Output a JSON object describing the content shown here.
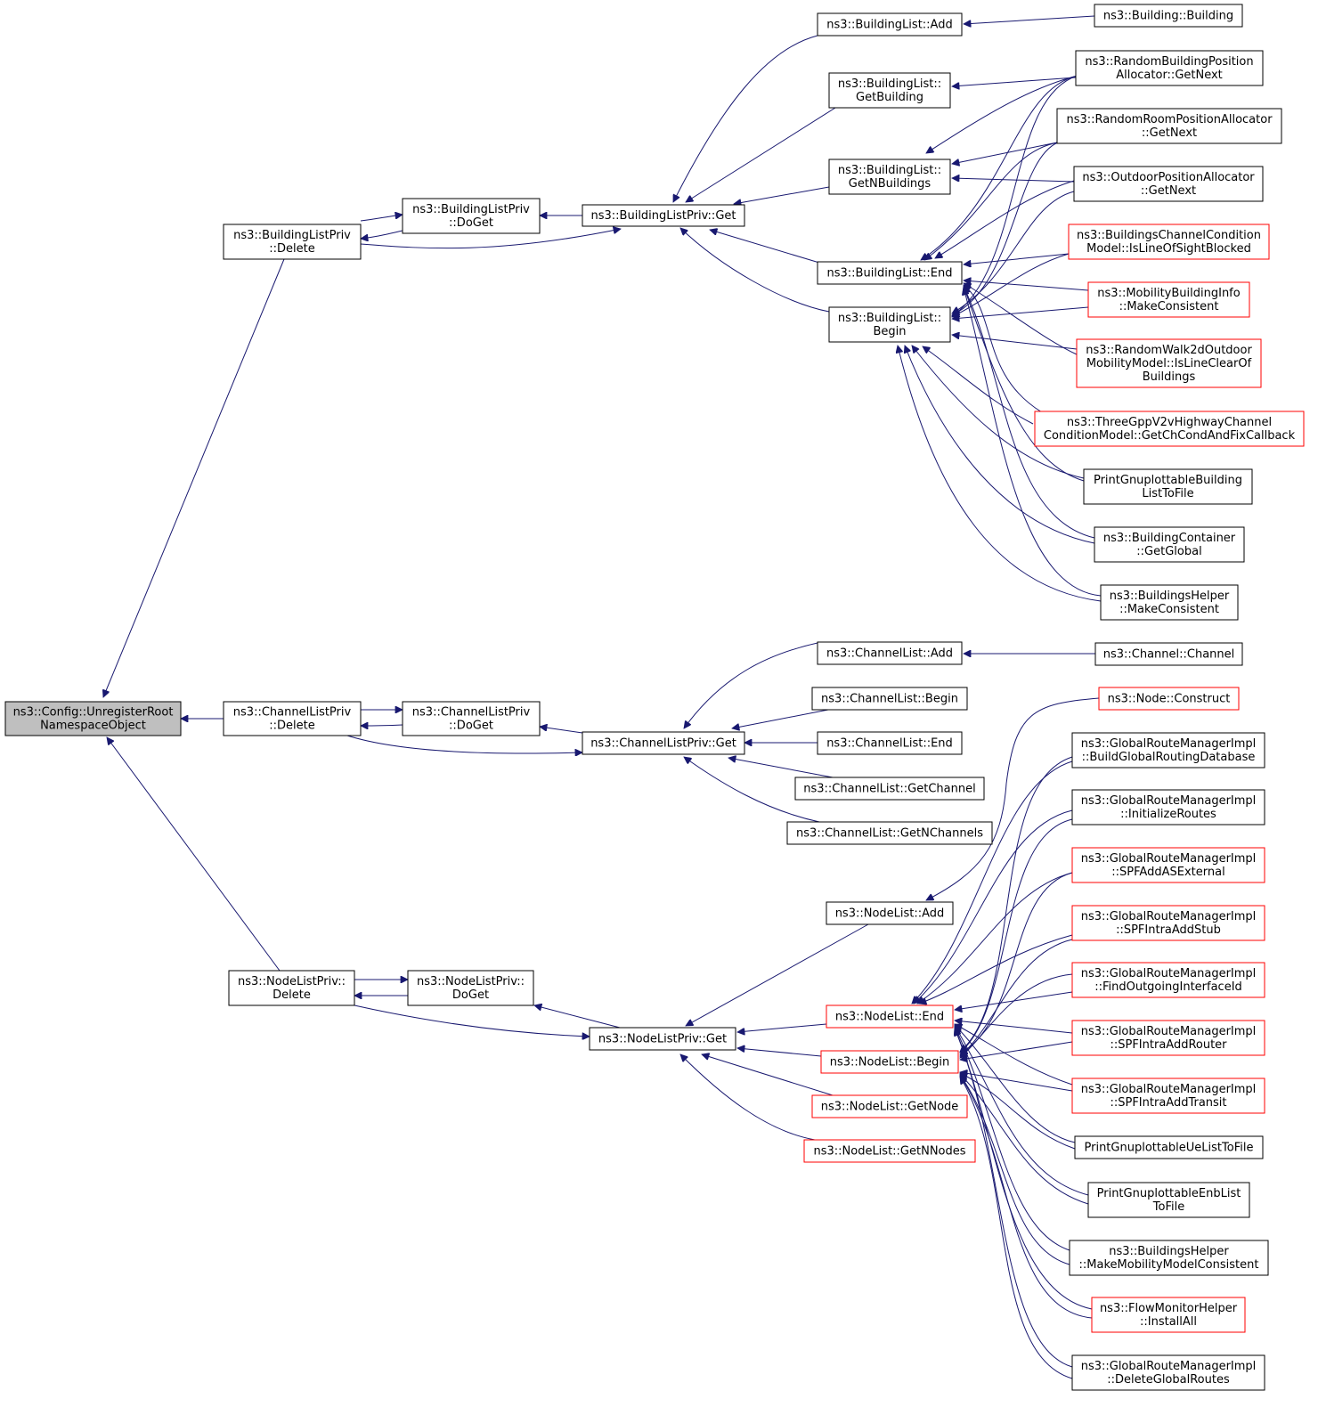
{
  "colors": {
    "edge": "#191970",
    "border_normal": "#000000",
    "border_truncated": "#ff0000",
    "root_fill": "#bfbfbf",
    "fill": "#ffffff"
  },
  "nodes": [
    {
      "id": "root",
      "lines": [
        "ns3::Config::UnregisterRoot",
        "NamespaceObject"
      ],
      "style": "root"
    },
    {
      "id": "blp_delete",
      "lines": [
        "ns3::BuildingListPriv",
        "::Delete"
      ],
      "style": "normal"
    },
    {
      "id": "blp_doget",
      "lines": [
        "ns3::BuildingListPriv",
        "::DoGet"
      ],
      "style": "normal"
    },
    {
      "id": "blp_get",
      "lines": [
        "ns3::BuildingListPriv::Get"
      ],
      "style": "normal"
    },
    {
      "id": "bl_add",
      "lines": [
        "ns3::BuildingList::Add"
      ],
      "style": "normal"
    },
    {
      "id": "bl_getbuilding",
      "lines": [
        "ns3::BuildingList::",
        "GetBuilding"
      ],
      "style": "normal"
    },
    {
      "id": "bl_getn",
      "lines": [
        "ns3::BuildingList::",
        "GetNBuildings"
      ],
      "style": "normal"
    },
    {
      "id": "bl_end",
      "lines": [
        "ns3::BuildingList::End"
      ],
      "style": "normal"
    },
    {
      "id": "bl_begin",
      "lines": [
        "ns3::BuildingList::",
        "Begin"
      ],
      "style": "normal"
    },
    {
      "id": "building_ctor",
      "lines": [
        "ns3::Building::Building"
      ],
      "style": "normal"
    },
    {
      "id": "rbpa",
      "lines": [
        "ns3::RandomBuildingPosition",
        "Allocator::GetNext"
      ],
      "style": "normal"
    },
    {
      "id": "rrpa",
      "lines": [
        "ns3::RandomRoomPositionAllocator",
        "::GetNext"
      ],
      "style": "normal"
    },
    {
      "id": "opa",
      "lines": [
        "ns3::OutdoorPositionAllocator",
        "::GetNext"
      ],
      "style": "normal"
    },
    {
      "id": "bccm",
      "lines": [
        "ns3::BuildingsChannelCondition",
        "Model::IsLineOfSightBlocked"
      ],
      "style": "truncated"
    },
    {
      "id": "mbi",
      "lines": [
        "ns3::MobilityBuildingInfo",
        "::MakeConsistent"
      ],
      "style": "truncated"
    },
    {
      "id": "rw2d",
      "lines": [
        "ns3::RandomWalk2dOutdoor",
        "MobilityModel::IsLineClearOf",
        "Buildings"
      ],
      "style": "truncated"
    },
    {
      "id": "tgpp",
      "lines": [
        "ns3::ThreeGppV2vHighwayChannel",
        "ConditionModel::GetChCondAndFixCallback"
      ],
      "style": "truncated"
    },
    {
      "id": "pgbl",
      "lines": [
        "PrintGnuplottableBuilding",
        "ListToFile"
      ],
      "style": "normal"
    },
    {
      "id": "bc_global",
      "lines": [
        "ns3::BuildingContainer",
        "::GetGlobal"
      ],
      "style": "normal"
    },
    {
      "id": "bh_mc",
      "lines": [
        "ns3::BuildingsHelper",
        "::MakeConsistent"
      ],
      "style": "normal"
    },
    {
      "id": "clp_delete",
      "lines": [
        "ns3::ChannelListPriv",
        "::Delete"
      ],
      "style": "normal"
    },
    {
      "id": "clp_doget",
      "lines": [
        "ns3::ChannelListPriv",
        "::DoGet"
      ],
      "style": "normal"
    },
    {
      "id": "clp_get",
      "lines": [
        "ns3::ChannelListPriv::Get"
      ],
      "style": "normal"
    },
    {
      "id": "cl_add",
      "lines": [
        "ns3::ChannelList::Add"
      ],
      "style": "normal"
    },
    {
      "id": "cl_begin",
      "lines": [
        "ns3::ChannelList::Begin"
      ],
      "style": "normal"
    },
    {
      "id": "cl_end",
      "lines": [
        "ns3::ChannelList::End"
      ],
      "style": "normal"
    },
    {
      "id": "cl_getchannel",
      "lines": [
        "ns3::ChannelList::GetChannel"
      ],
      "style": "normal"
    },
    {
      "id": "cl_getn",
      "lines": [
        "ns3::ChannelList::GetNChannels"
      ],
      "style": "normal"
    },
    {
      "id": "channel_ctor",
      "lines": [
        "ns3::Channel::Channel"
      ],
      "style": "normal"
    },
    {
      "id": "nlp_delete",
      "lines": [
        "ns3::NodeListPriv::",
        "Delete"
      ],
      "style": "normal"
    },
    {
      "id": "nlp_doget",
      "lines": [
        "ns3::NodeListPriv::",
        "DoGet"
      ],
      "style": "normal"
    },
    {
      "id": "nlp_get",
      "lines": [
        "ns3::NodeListPriv::Get"
      ],
      "style": "normal"
    },
    {
      "id": "nl_add",
      "lines": [
        "ns3::NodeList::Add"
      ],
      "style": "normal"
    },
    {
      "id": "nl_end",
      "lines": [
        "ns3::NodeList::End"
      ],
      "style": "truncated"
    },
    {
      "id": "nl_begin",
      "lines": [
        "ns3::NodeList::Begin"
      ],
      "style": "truncated"
    },
    {
      "id": "nl_getnode",
      "lines": [
        "ns3::NodeList::GetNode"
      ],
      "style": "truncated"
    },
    {
      "id": "nl_getn",
      "lines": [
        "ns3::NodeList::GetNNodes"
      ],
      "style": "truncated"
    },
    {
      "id": "node_construct",
      "lines": [
        "ns3::Node::Construct"
      ],
      "style": "truncated"
    },
    {
      "id": "grm_build",
      "lines": [
        "ns3::GlobalRouteManagerImpl",
        "::BuildGlobalRoutingDatabase"
      ],
      "style": "normal"
    },
    {
      "id": "grm_init",
      "lines": [
        "ns3::GlobalRouteManagerImpl",
        "::InitializeRoutes"
      ],
      "style": "normal"
    },
    {
      "id": "grm_asext",
      "lines": [
        "ns3::GlobalRouteManagerImpl",
        "::SPFAddASExternal"
      ],
      "style": "truncated"
    },
    {
      "id": "grm_stub",
      "lines": [
        "ns3::GlobalRouteManagerImpl",
        "::SPFIntraAddStub"
      ],
      "style": "truncated"
    },
    {
      "id": "grm_find",
      "lines": [
        "ns3::GlobalRouteManagerImpl",
        "::FindOutgoingInterfaceId"
      ],
      "style": "truncated"
    },
    {
      "id": "grm_router",
      "lines": [
        "ns3::GlobalRouteManagerImpl",
        "::SPFIntraAddRouter"
      ],
      "style": "truncated"
    },
    {
      "id": "grm_transit",
      "lines": [
        "ns3::GlobalRouteManagerImpl",
        "::SPFIntraAddTransit"
      ],
      "style": "truncated"
    },
    {
      "id": "pgue",
      "lines": [
        "PrintGnuplottableUeListToFile"
      ],
      "style": "normal"
    },
    {
      "id": "pgenb",
      "lines": [
        "PrintGnuplottableEnbList",
        "ToFile"
      ],
      "style": "normal"
    },
    {
      "id": "bh_mmc",
      "lines": [
        "ns3::BuildingsHelper",
        "::MakeMobilityModelConsistent"
      ],
      "style": "normal"
    },
    {
      "id": "fmh",
      "lines": [
        "ns3::FlowMonitorHelper",
        "::InstallAll"
      ],
      "style": "truncated"
    },
    {
      "id": "grm_delete",
      "lines": [
        "ns3::GlobalRouteManagerImpl",
        "::DeleteGlobalRoutes"
      ],
      "style": "normal"
    }
  ]
}
